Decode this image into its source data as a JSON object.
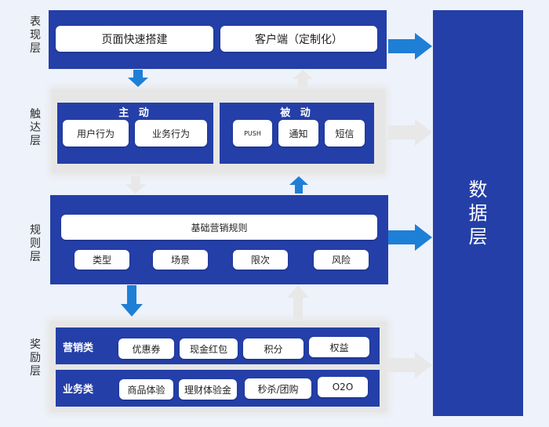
{
  "layers": {
    "presentation": "表\n现\n层",
    "touch": "触\n达\n层",
    "rules": "规\n则\n层",
    "reward": "奖\n励\n层"
  },
  "presentation": {
    "items": [
      "页面快速搭建",
      "客户端（定制化）"
    ]
  },
  "touch": {
    "active": {
      "title": "主 动",
      "items": [
        "用户行为",
        "业务行为"
      ]
    },
    "passive": {
      "title": "被 动",
      "items": [
        "PUSH",
        "通知",
        "短信"
      ]
    }
  },
  "rules": {
    "main": "基础营销规则",
    "items": [
      "类型",
      "场景",
      "限次",
      "风险"
    ]
  },
  "reward": {
    "marketing": {
      "title": "营销类",
      "items": [
        "优惠券",
        "现金红包",
        "积分",
        "权益"
      ]
    },
    "business": {
      "title": "业务类",
      "items": [
        "商品体验",
        "理财体验金",
        "秒杀/团购",
        "O2O"
      ]
    }
  },
  "data_layer": "数\n据\n层",
  "colors": {
    "primary_blue": "#243fa8",
    "arrow_blue": "#1e7fd6",
    "arrow_gray": "#e8e8e8",
    "panel_gray": "#e6e6e6"
  }
}
